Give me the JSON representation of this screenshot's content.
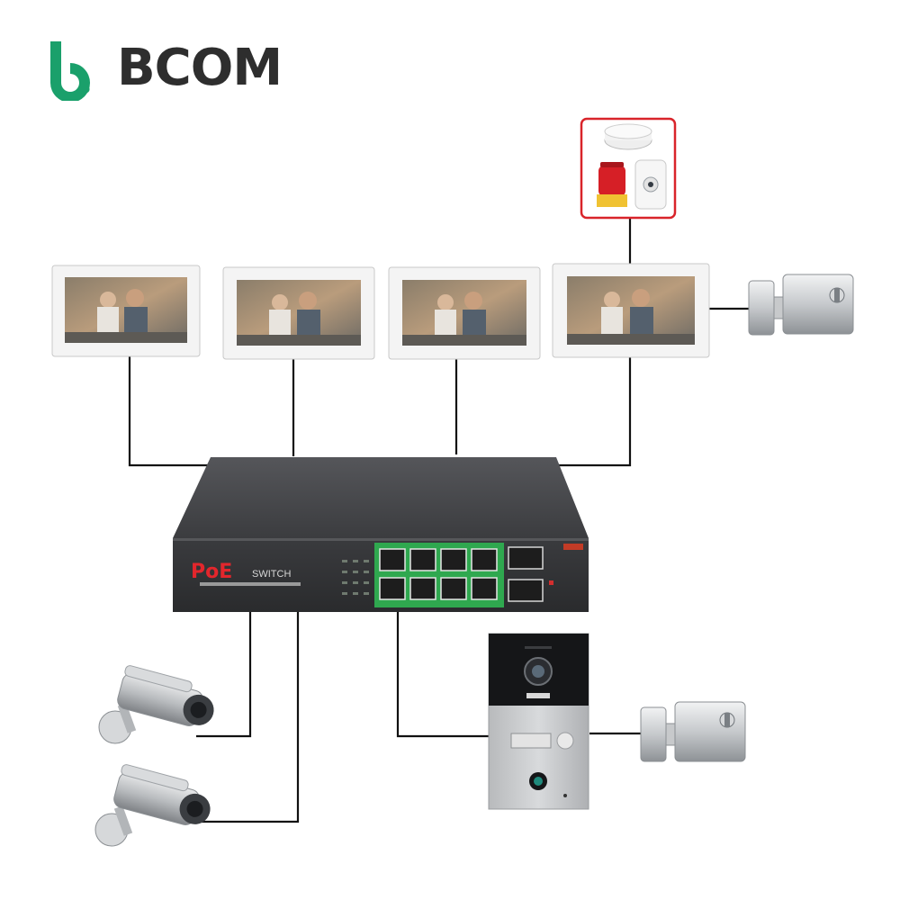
{
  "brand": {
    "name": "BCOM",
    "logo_color": "#1aa06b",
    "text_color": "#2e2e2e"
  },
  "poe_switch": {
    "label_logo": "PoE",
    "label_word": "SWITCH",
    "ports": 8,
    "uplink_ports": 2,
    "body_color": "#3a3a3c",
    "port_strip_color": "#2fa84f"
  },
  "monitors": {
    "count": 4,
    "frame_color": "#f4f4f4"
  },
  "alarm_panel": {
    "border_color": "#d9242a",
    "items": [
      "smoke-detector",
      "red-strobe-siren",
      "pir-sensor"
    ]
  },
  "devices": {
    "cameras": 2,
    "door_station": {
      "button_color": "#e3e3e3"
    },
    "electric_locks": 2
  },
  "wire_color": "#111111"
}
